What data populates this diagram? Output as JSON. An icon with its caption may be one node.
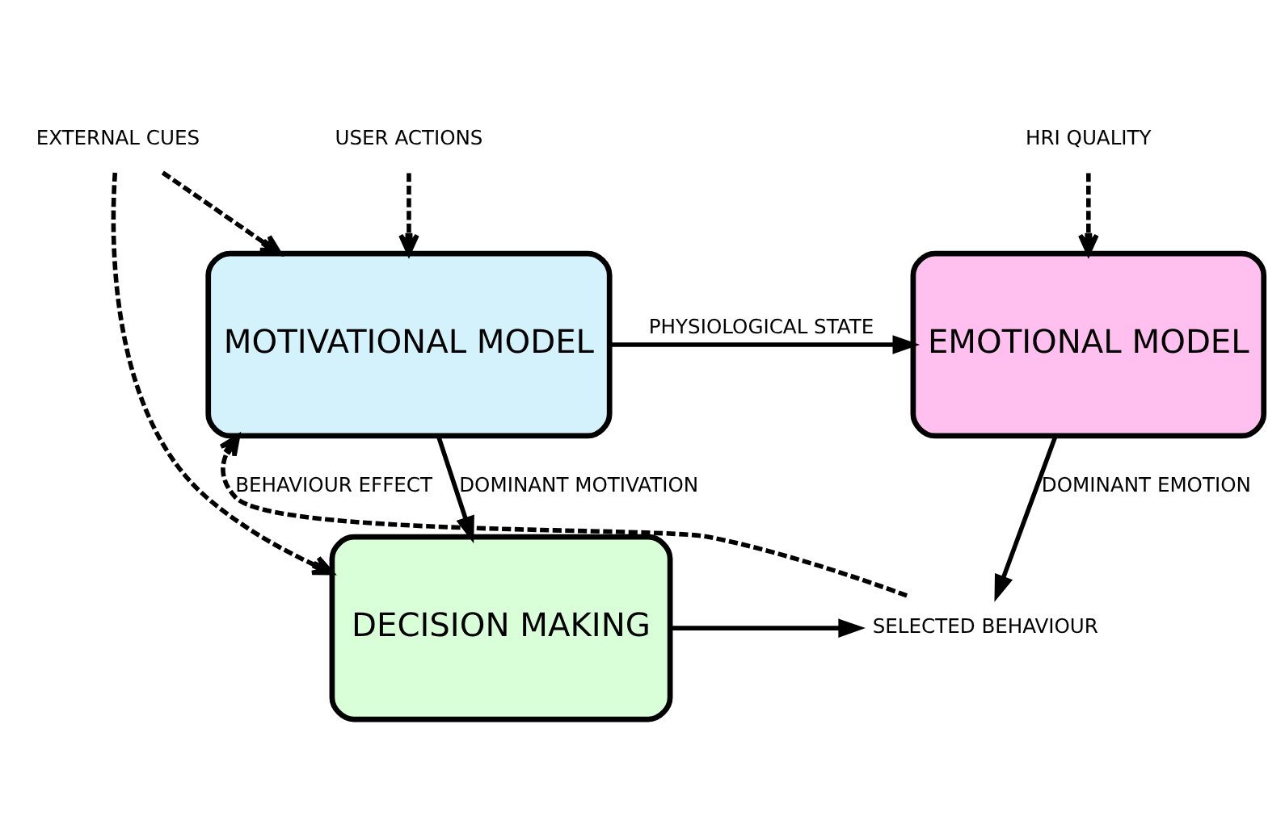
{
  "diagram": {
    "nodes": [
      {
        "text": [
          "MOTIVATIONAL MODEL"
        ]
      },
      {
        "text": [
          "EMOTIONAL MODEL"
        ]
      },
      {
        "text": [
          "DECISION MAKING"
        ]
      },
      {
        "text": [
          "USER ACTIONS"
        ]
      },
      {
        "text": [
          "HRI QUALITY"
        ]
      },
      {
        "text": [
          "SELECTED BEHAVIOUR"
        ]
      },
      {
        "text": [
          "EXTERNAL CUES"
        ]
      }
    ],
    "edges": [
      {
        "from": 3,
        "to": 0,
        "arrow": "to",
        "style": "dashed"
      },
      {
        "from": 0,
        "to": 1,
        "arrow": "to",
        "label": "PHYSIOLOGICAL STATE"
      },
      {
        "from": 4,
        "to": 1,
        "arrow": "to",
        "style": "dashed"
      },
      {
        "from": 0,
        "to": 2,
        "arrow": "to",
        "label": "DOMINANT MOTIVATION"
      },
      {
        "from": 1,
        "to": 5,
        "arrow": "to",
        "label": "DOMINANT EMOTION"
      },
      {
        "from": 2,
        "to": 5,
        "arrow": "to"
      },
      {
        "from": 5,
        "to": 0,
        "arrow": "to",
        "style": "dashed",
        "label": "BEHAVIOUR EFFECT"
      },
      {
        "from": 6,
        "to": 0,
        "arrow": "to",
        "style": "dashed"
      },
      {
        "from": 6,
        "to": 2,
        "arrow": "to",
        "style": "dashed"
      }
    ]
  }
}
